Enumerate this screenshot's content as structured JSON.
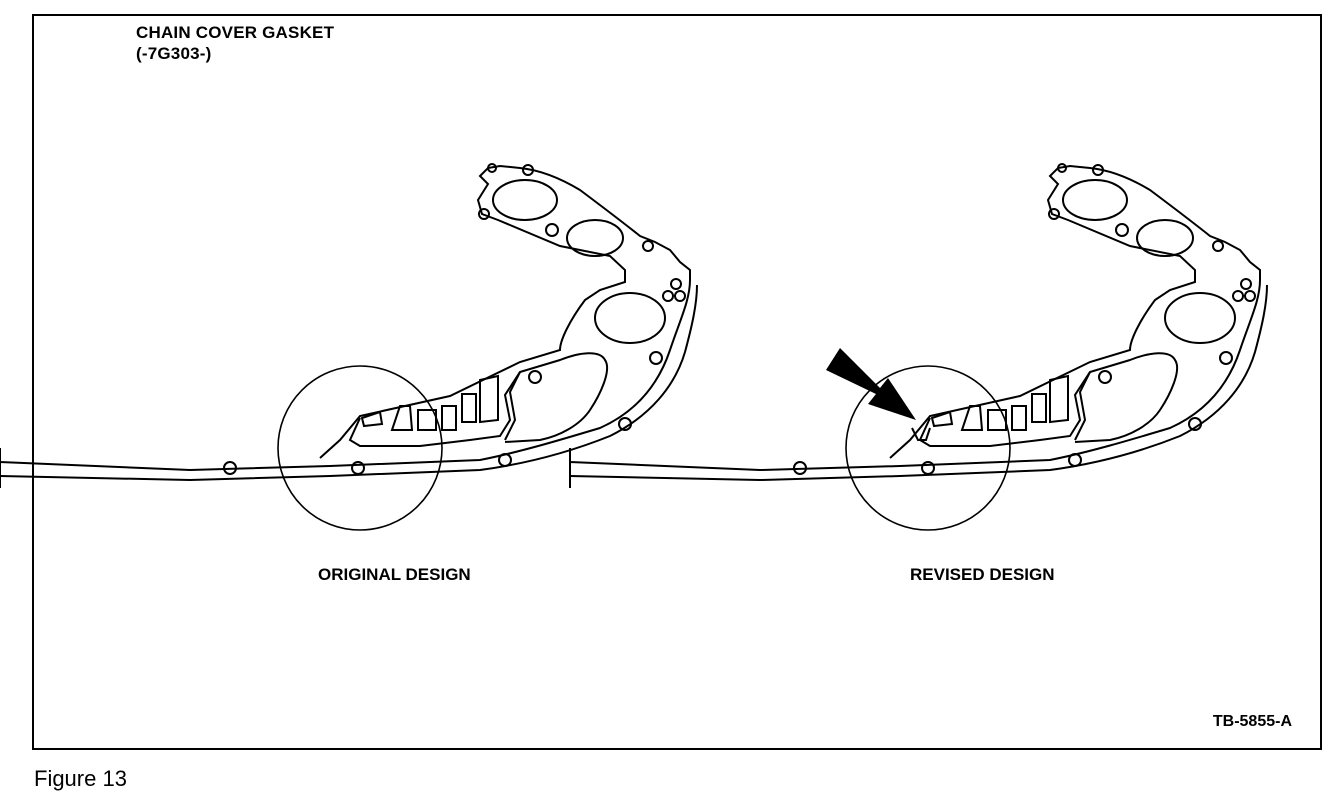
{
  "title": {
    "line1": "CHAIN COVER GASKET",
    "line2": "(-7G303-)"
  },
  "captions": {
    "original": "ORIGINAL DESIGN",
    "revised": "REVISED DESIGN"
  },
  "reference_code": "TB-5855-A",
  "figure_label": "Figure 13"
}
